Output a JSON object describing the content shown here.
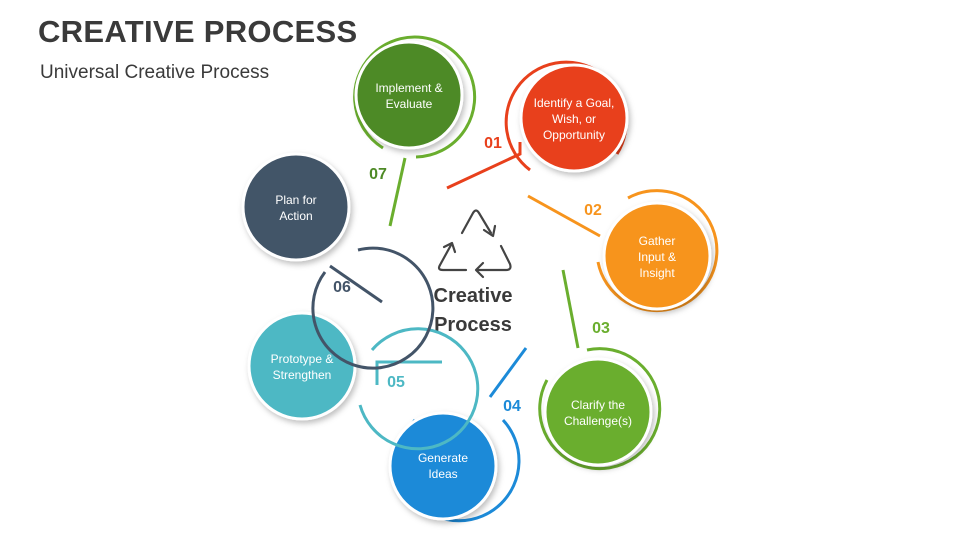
{
  "header": {
    "title": "CREATIVE PROCESS",
    "subtitle": "Universal Creative Process"
  },
  "center": {
    "line1": "Creative",
    "line2": "Process",
    "icon": "recycle-icon"
  },
  "steps": [
    {
      "number": "01",
      "lines": [
        "Identify a Goal,",
        "Wish, or",
        "Opportunity"
      ],
      "color": "#E8401C"
    },
    {
      "number": "02",
      "lines": [
        "Gather",
        "Input &",
        "Insight"
      ],
      "color": "#F7941D"
    },
    {
      "number": "03",
      "lines": [
        "Clarify the",
        "Challenge(s)"
      ],
      "color": "#6AAE2E"
    },
    {
      "number": "04",
      "lines": [
        "Generate",
        "Ideas"
      ],
      "color": "#1C8AD8"
    },
    {
      "number": "05",
      "lines": [
        "Prototype &",
        "Strengthen"
      ],
      "color": "#4DB8C4"
    },
    {
      "number": "06",
      "lines": [
        "Plan for",
        "Action"
      ],
      "color": "#435468"
    },
    {
      "number": "07",
      "lines": [
        "Implement &",
        "Evaluate"
      ],
      "color": "#4E8A26"
    }
  ]
}
